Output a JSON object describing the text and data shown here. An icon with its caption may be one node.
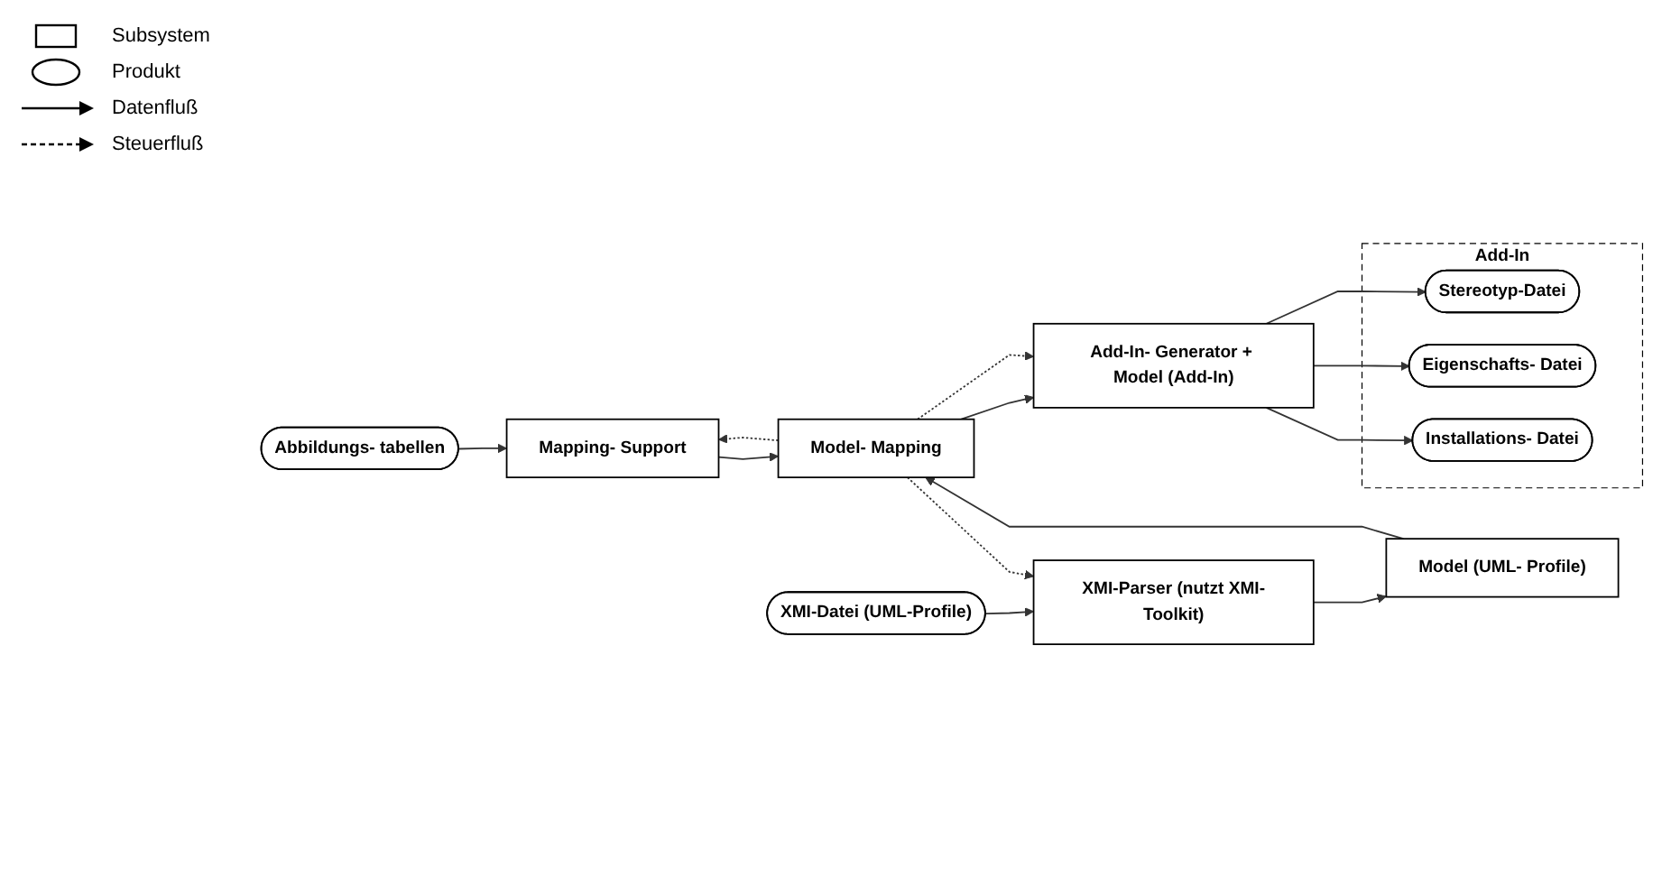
{
  "diagram": {
    "nodes": [
      {
        "text": [
          "Abbildungs- tabellen"
        ]
      },
      {
        "text": [
          "Mapping- Support"
        ]
      },
      {
        "text": [
          "XMI-Datei (UML-Profile)"
        ]
      },
      {
        "text": [
          "Add-In"
        ]
      },
      {
        "text": [
          "Stereotyp-Datei"
        ],
        "in": 3
      },
      {
        "text": [
          "Eigenschafts- Datei"
        ],
        "in": 3
      },
      {
        "text": [
          "Installations- Datei"
        ],
        "in": 3
      },
      {
        "text": [
          "XMI-Parser (nutzt XMI-Toolkit)"
        ]
      },
      {
        "text": [
          "Model (UML- Profile)"
        ]
      },
      {
        "text": [
          "Model- Mapping"
        ]
      },
      {
        "text": [
          "Add-In- Generator + Model (Add-In)"
        ]
      }
    ],
    "edges": [
      {
        "from": 0,
        "to": 1,
        "arrow": "to"
      },
      {
        "from": 2,
        "to": 7,
        "arrow": "to"
      },
      {
        "from": 7,
        "to": 8,
        "arrow": "to"
      },
      {
        "from": 8,
        "to": 9,
        "arrow": "to"
      },
      {
        "from": 1,
        "to": 9,
        "arrow": "to"
      },
      {
        "from": 9,
        "to": 1,
        "arrow": "to",
        "style": "dashed"
      },
      {
        "from": 9,
        "to": 10,
        "arrow": "to"
      },
      {
        "from": 9,
        "to": 10,
        "arrow": "to",
        "style": "dashed"
      },
      {
        "from": 10,
        "to": 4,
        "arrow": "to"
      },
      {
        "from": 10,
        "to": 5,
        "arrow": "to"
      },
      {
        "from": 10,
        "to": 6,
        "arrow": "to"
      },
      {
        "from": 9,
        "to": 7,
        "arrow": "to",
        "style": "dashed"
      }
    ],
    "legend": [
      {
        "text": "Subsystem"
      },
      {
        "text": "Produkt"
      },
      {
        "text": "Datenfluß"
      },
      {
        "text": "Steuerfluß"
      }
    ]
  }
}
